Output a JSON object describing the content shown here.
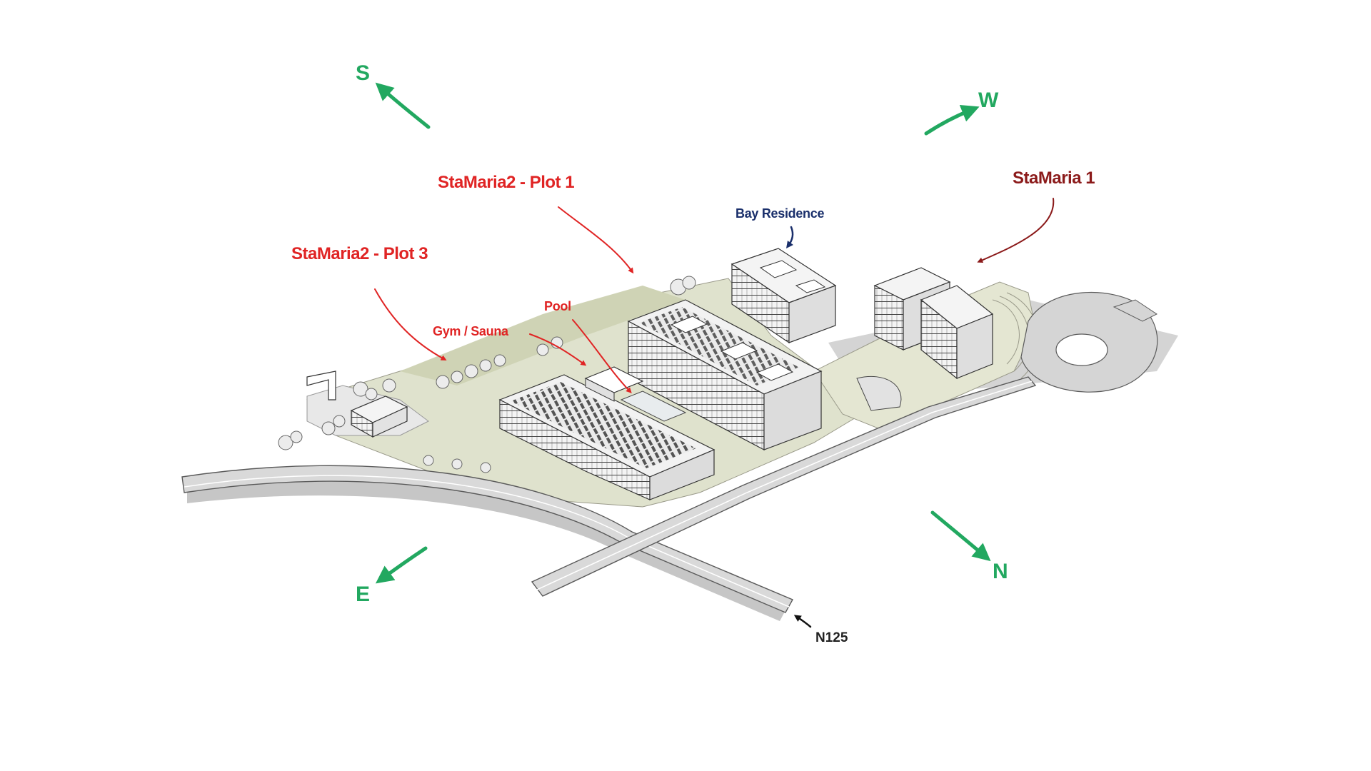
{
  "compass": {
    "south": "S",
    "west": "W",
    "east": "E",
    "north": "N"
  },
  "labels": {
    "plot1": "StaMaria2 - Plot 1",
    "plot3": "StaMaria2 - Plot 3",
    "stamaria1": "StaMaria 1",
    "bay_residence": "Bay Residence",
    "pool": "Pool",
    "gym_sauna": "Gym / Sauna",
    "road": "N125"
  },
  "colors": {
    "compass": "#22a860",
    "plot_label": "#e02424",
    "stamaria1_label": "#8b1a1a",
    "bay_label": "#1a2f6b",
    "road_label": "#222222",
    "road_fill": "#d6d6d6",
    "road_shadow": "#c4c4c4",
    "landscape": "#d9dcc6",
    "building_fill": "#f2f2f2",
    "building_line": "#3a3a3a"
  }
}
